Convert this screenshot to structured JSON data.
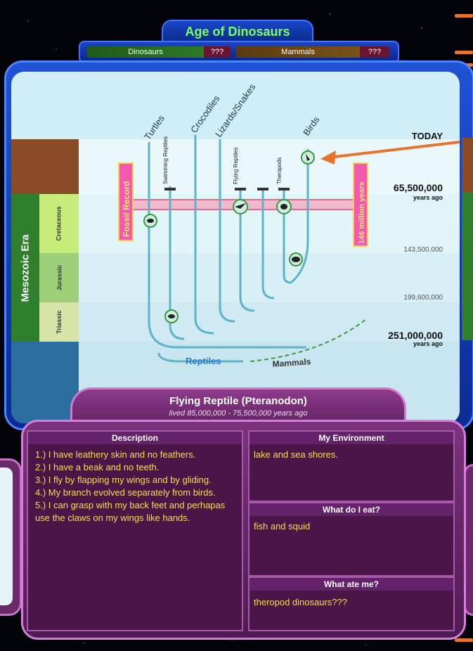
{
  "header": {
    "title": "Age of Dinosaurs",
    "counters": [
      {
        "label": "Dinosaurs",
        "value": "???"
      },
      {
        "label": "Mammals",
        "value": "???"
      }
    ]
  },
  "timeline": {
    "today_label": "TODAY",
    "era": "Mesozoic Era",
    "periods": [
      "Cretaceous",
      "Jurassic",
      "Triassic"
    ],
    "dates": [
      {
        "value": "65,500,000",
        "sub": "years ago"
      },
      {
        "value": "143,500,000"
      },
      {
        "value": "199,600,000"
      },
      {
        "value": "251,000,000",
        "sub": "years ago"
      }
    ],
    "branches": [
      "Turtles",
      "Crocodiles",
      "Lizards/Snakes",
      "Birds"
    ],
    "extinct_groups": [
      "Swimming Reptiles",
      "Flying Reptiles",
      "Theropods"
    ],
    "fossil_record_label": "Fossil Record",
    "span_label": "146 million years",
    "reptiles_label": "Reptiles",
    "mammals_label": "Mammals"
  },
  "detail": {
    "title": "Flying Reptile (Pteranodon)",
    "lived": "lived 85,000,000 - 75,500,000 years ago",
    "description_header": "Description",
    "description": [
      "1.) I have leathery skin and no feathers.",
      "2.) I have a beak and no teeth.",
      "3.) I fly by flapping my wings and by gliding.",
      "4.) My branch evolved separately from birds.",
      "5.) I can grasp with my back feet and perhapas use the claws on my wings like hands."
    ],
    "environment_header": "My Environment",
    "environment": "lake and sea shores.",
    "eat_header": "What do I eat?",
    "eat": "fish and squid",
    "predator_header": "What ate me?",
    "predator": "theropod dinosaurs???"
  },
  "colors": {
    "accent_orange": "#e8742a",
    "frame_blue": "#1f52d6",
    "panel_purple": "#7c327c",
    "text_yellow": "#f2df58",
    "title_green": "#7cff5a"
  }
}
